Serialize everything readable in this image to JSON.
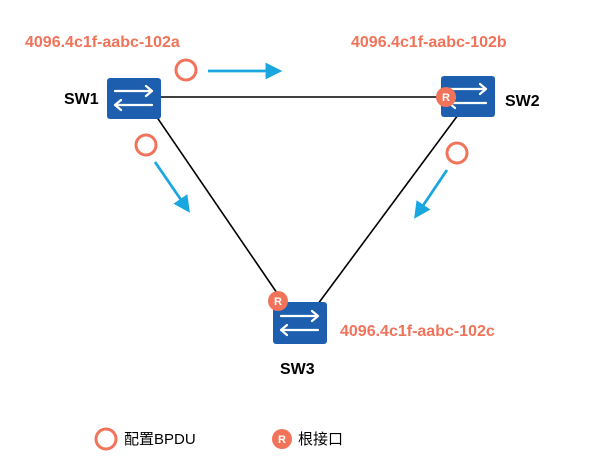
{
  "switches": {
    "sw1": {
      "name": "SW1",
      "bridge_id": "4096.4c1f-aabc-102a"
    },
    "sw2": {
      "name": "SW2",
      "bridge_id": "4096.4c1f-aabc-102b"
    },
    "sw3": {
      "name": "SW3",
      "bridge_id": "4096.4c1f-aabc-102c"
    }
  },
  "root_port_marker": "R",
  "legend": {
    "bpdu_label": "配置BPDU",
    "root_port_label": "根接口"
  },
  "colors": {
    "bridge_id_text": "#f0735a",
    "bpdu_ring": "#f0735a",
    "root_port_fill": "#f0735a",
    "arrow": "#1aa7e0",
    "switch_fill": "#1d5fae",
    "link": "#000000"
  },
  "icons": {
    "switch": "switch-icon",
    "bpdu": "bpdu-circle-icon",
    "root_port": "root-port-icon",
    "arrow": "arrow-icon"
  }
}
